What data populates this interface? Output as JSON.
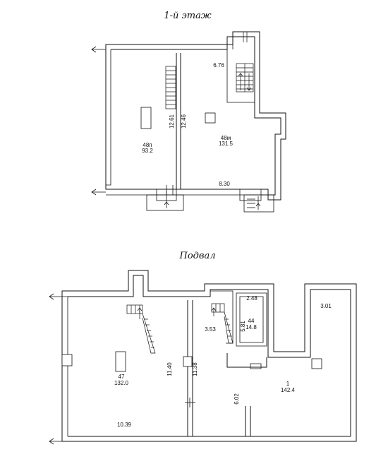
{
  "floor1": {
    "title": "1-й этаж",
    "rooms": [
      {
        "number": "48п",
        "area": "93.2"
      },
      {
        "number": "48м",
        "area": "131.5"
      }
    ],
    "dims": {
      "top_right": "6.76",
      "left_vertical": "12.61",
      "right_vertical": "12.46",
      "bottom": "8.30"
    }
  },
  "basement": {
    "title": "Подвал",
    "rooms": [
      {
        "number": "47",
        "area": "132.0"
      },
      {
        "number": "44",
        "area": "14.8"
      },
      {
        "number": "1",
        "area": "142.4"
      }
    ],
    "dims": {
      "small_top": "2.48",
      "far_right": "3.01",
      "stair_width": "3.53",
      "small_vertical": "5.81",
      "left_vertical": "11.40",
      "mid_vertical": "11.38",
      "lower_vertical": "6.02",
      "bottom": "10.39"
    }
  }
}
